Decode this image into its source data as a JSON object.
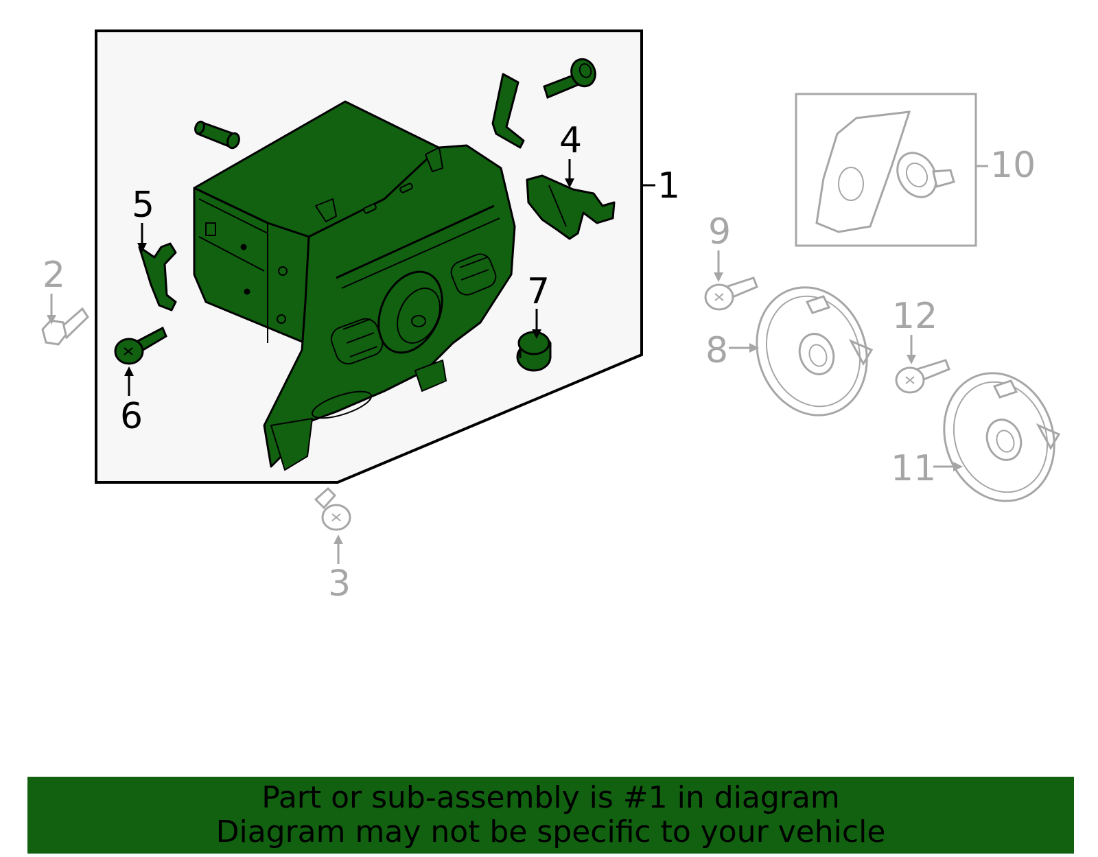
{
  "colors": {
    "highlight_fill": "#116111",
    "active_stroke": "#000000",
    "inactive_stroke": "#a6a6a6",
    "panel_bg": "#f7f7f7",
    "banner_bg": "#116111"
  },
  "callouts": {
    "c1": "1",
    "c2": "2",
    "c3": "3",
    "c4": "4",
    "c5": "5",
    "c6": "6",
    "c7": "7",
    "c8": "8",
    "c9": "9",
    "c10": "10",
    "c11": "11",
    "c12": "12"
  },
  "banner": {
    "line1": "Part or sub-assembly is #1 in diagram",
    "line2": "Diagram may not be specific to your vehicle"
  }
}
